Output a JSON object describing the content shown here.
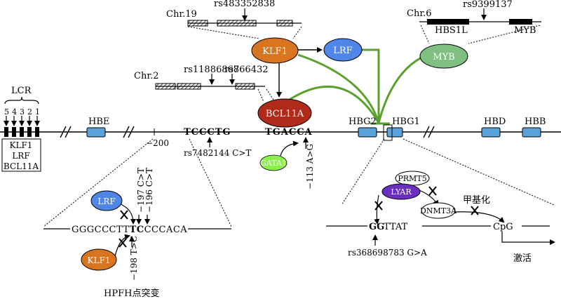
{
  "chromosomes": {
    "chr19": "Chr.19",
    "chr6": "Chr.6",
    "chr2": "Chr.2"
  },
  "snps": {
    "rs483352838": "rs483352838",
    "rs9399137": "rs9399137",
    "rs11886868": "rs11886868",
    "rs766432": "rs766432",
    "rs7482144": "rs7482144 C>T",
    "rs368698783": "rs368698783  G>A"
  },
  "myb_locus": {
    "hbs1l": "HBS1L",
    "myb": "MYB"
  },
  "factors": {
    "klf1": "KLF1",
    "lrf": "LRF",
    "myb": "MYB",
    "bcl11a": "BCL11A",
    "gata1": "GATA1",
    "prmt5": "PRMT5",
    "lyar": "LYAR",
    "dnmt3a": "DNMT3A"
  },
  "lcr": {
    "label": "LCR",
    "hs_numbers": [
      "5",
      "4",
      "3",
      "2",
      "1"
    ],
    "box_lines": [
      "KLF1",
      "LRF",
      "BCL11A"
    ]
  },
  "genes": {
    "hbe": "HBE",
    "hbg2": "HBG2",
    "hbg1": "HBG1",
    "hbd": "HBD",
    "hbb": "HBB"
  },
  "positions": {
    "m200": "−200",
    "m113": "−113 A>G"
  },
  "sequences": {
    "seq1": "TCCCTG",
    "seq2": "TGACCA",
    "promoter_prefix": "GGGCCCTT",
    "promoter_bold": "TC",
    "promoter_suffix": "CCCACA",
    "lyar_bold": "GG",
    "lyar_rest": "TTAT"
  },
  "mutations": {
    "m197": "−197 C>T",
    "m196": "−196 C>T",
    "m198": "−198 T>C"
  },
  "hpfh": "HPFH点突变",
  "methylation": "甲基化",
  "cpg": "CpG",
  "activation": "激活",
  "colors": {
    "klf1": "#d9751e",
    "lrf": "#4f86e8",
    "myb": "#7fbf7f",
    "bcl11a": "#b02a1a",
    "gata1": "#8cf04a",
    "lyar": "#6a2ec0",
    "gene_box": "#5ba3d9",
    "green_line": "#5aa02c"
  }
}
